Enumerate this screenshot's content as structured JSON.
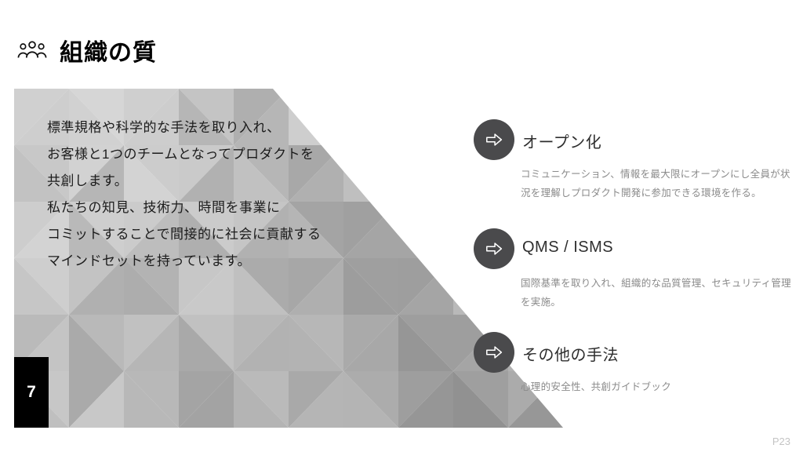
{
  "slide": {
    "title": "組織の質",
    "page_box_number": "7",
    "footer_page_label": "P23"
  },
  "intro": {
    "lines": [
      "標準規格や科学的な手法を取り入れ、",
      "お客様と1つのチームとなってプロダクトを",
      "共創します。",
      "私たちの知見、技術力、時間を事業に",
      "コミットすることで間接的に社会に貢献する",
      "マインドセットを持っています。"
    ]
  },
  "items": [
    {
      "title": "オープン化",
      "description": "コミュニケーション、情報を最大限にオープンにし全員が状況を理解しプロダクト開発に参加できる環境を作る。"
    },
    {
      "title": "QMS / ISMS",
      "description": "国際基準を取り入れ、組織的な品質管理、セキュリティ管理を実施。"
    },
    {
      "title": "その他の手法",
      "description": "心理的安全性、共創ガイドブック"
    }
  ],
  "icons": {
    "header_icon": "team-icon",
    "item_badge_icon": "arrow-right-icon"
  },
  "colors": {
    "accent": "#000000",
    "badge": "#4a4a4c",
    "body-text": "#1b1b1b",
    "item-title": "#2e2e2e",
    "item-desc": "#8b8b8b",
    "footer": "#c4c4c4"
  }
}
